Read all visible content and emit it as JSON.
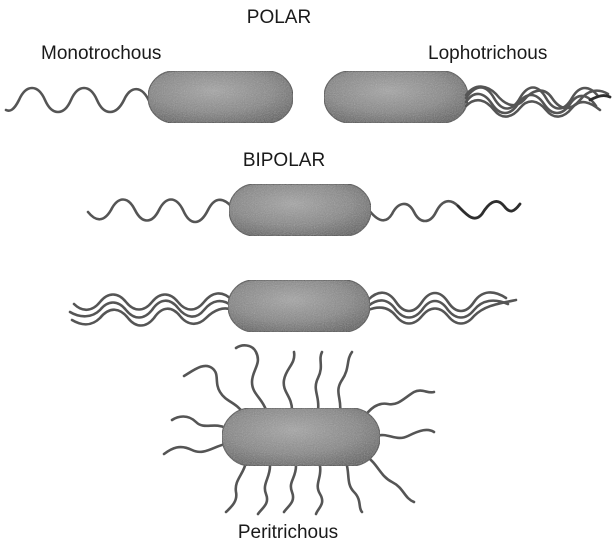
{
  "labels": {
    "polar": "POLAR",
    "monotrichous": "Monotrochous",
    "lophotrichous": "Lophotrichous",
    "bipolar": "BIPOLAR",
    "peritrichous": "Peritrichous"
  },
  "colors": {
    "cell_fill": "#8a8a8a",
    "flagellum": "#555555",
    "text": "#1a1a1a"
  }
}
